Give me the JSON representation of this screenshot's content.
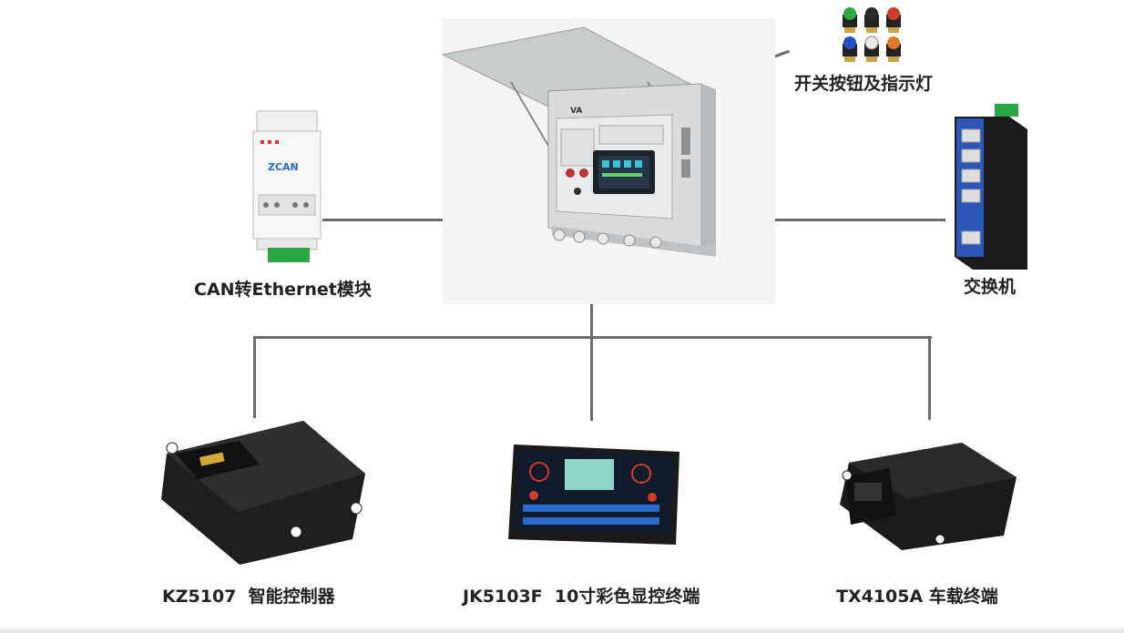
{
  "labels": {
    "buttons_lights": "开关按钮及指示灯",
    "can_module": "CAN转Ethernet模块",
    "switch": "交换机",
    "controller": "KZ5107  智能控制器",
    "display": "JK5103F  10寸彩色显控终端",
    "vehicle_terminal": "TX4105A 车载终端"
  },
  "cabinet": {
    "logo_text": "VA"
  },
  "can_module": {
    "brand": "ZCAN"
  },
  "colors": {
    "connector_line": "#6b6b6b",
    "label_text": "#222222",
    "panel_bg": "#f5f5f5"
  }
}
